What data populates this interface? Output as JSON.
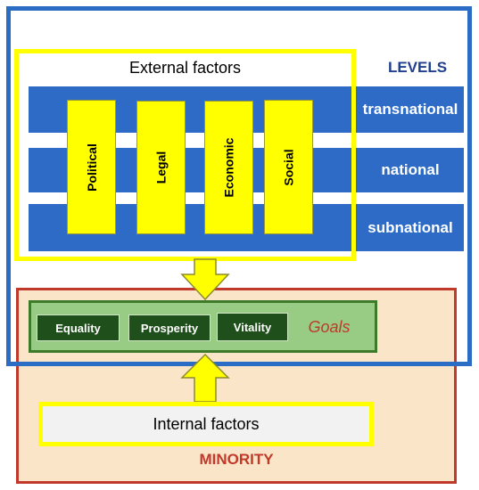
{
  "external": {
    "title": "External factors"
  },
  "levels": {
    "title": "LEVELS",
    "items": [
      "transnational",
      "national",
      "subnational"
    ]
  },
  "factors": [
    "Political",
    "Legal",
    "Economic",
    "Social"
  ],
  "goals": {
    "label": "Goals",
    "items": [
      "Equality",
      "Prosperity",
      "Vitality"
    ]
  },
  "internal": {
    "label": "Internal factors"
  },
  "minority": {
    "label": "MINORITY"
  },
  "colors": {
    "level_blue": "#2e6bc6",
    "frame_blue": "#2b6cc4",
    "factor_yellow": "#ffff00",
    "goal_dark_green": "#1f4f1a",
    "goal_band_green": "#98cc84",
    "minority_red": "#c0392b",
    "minority_fill": "#fbe5c8"
  }
}
